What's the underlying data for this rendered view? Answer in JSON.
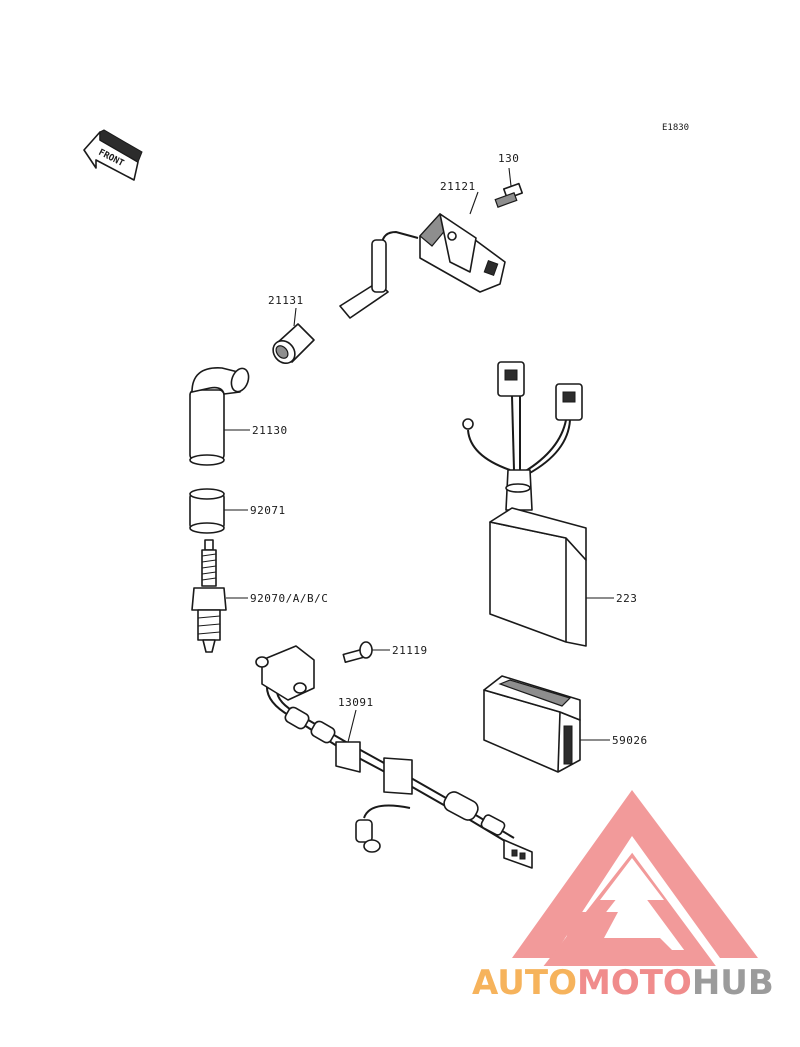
{
  "diagram": {
    "code": "E1830",
    "front_label": "FRONT",
    "parts": [
      {
        "id": "p130",
        "label": "130"
      },
      {
        "id": "p21121",
        "label": "21121"
      },
      {
        "id": "p21131",
        "label": "21131"
      },
      {
        "id": "p21130",
        "label": "21130"
      },
      {
        "id": "p92071",
        "label": "92071"
      },
      {
        "id": "p92070",
        "label": "92070/A/B/C"
      },
      {
        "id": "p223",
        "label": "223"
      },
      {
        "id": "p59026",
        "label": "59026"
      },
      {
        "id": "p21119",
        "label": "21119"
      },
      {
        "id": "p13091",
        "label": "13091"
      }
    ]
  },
  "watermark": {
    "part1": "AUTO",
    "part2": "MOTO",
    "part3": "HUB",
    "colors": {
      "orange": "#f6b35c",
      "red": "#f08c8c",
      "gray": "#9b9b9b"
    }
  }
}
